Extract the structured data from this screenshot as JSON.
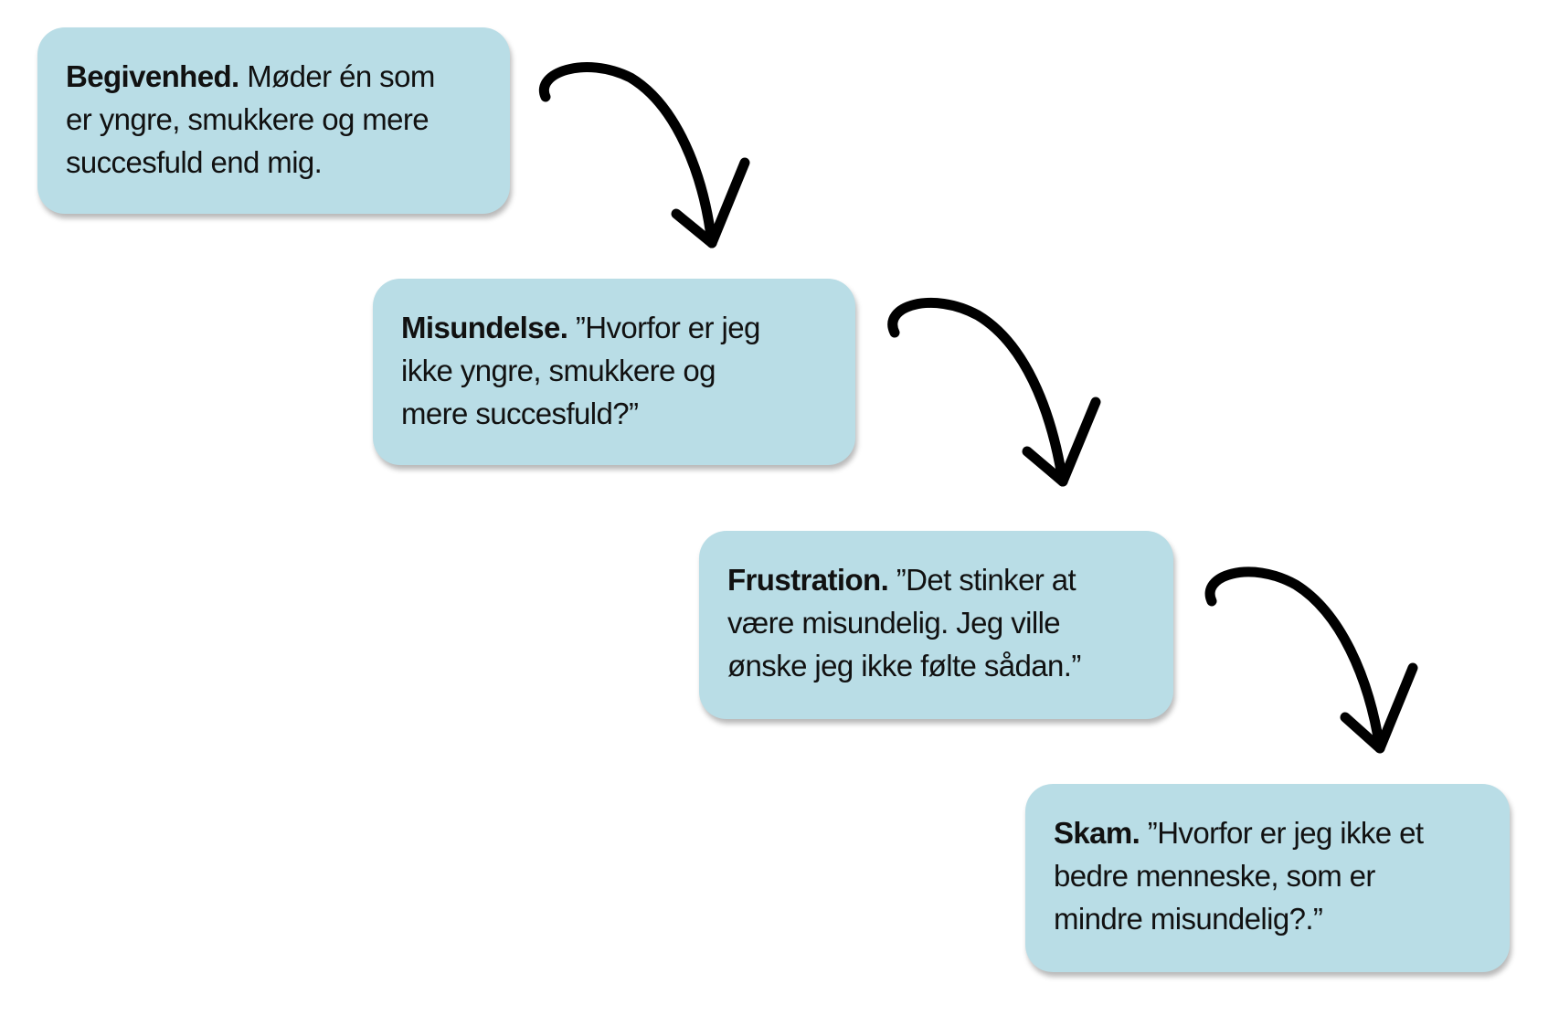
{
  "steps": [
    {
      "label": "Begivenhed.",
      "lines": [
        " Møder én som",
        "er yngre, smukkere og mere",
        "succesfuld end mig."
      ]
    },
    {
      "label": "Misundelse.",
      "lines": [
        " ”Hvorfor er jeg",
        "ikke yngre, smukkere og",
        "mere succesfuld?”"
      ]
    },
    {
      "label": "Frustration.",
      "lines": [
        " ”Det stinker at",
        "være misundelig. Jeg ville",
        "ønske jeg ikke følte sådan.”"
      ]
    },
    {
      "label": "Skam.",
      "lines": [
        " ”Hvorfor er jeg ikke et",
        "bedre menneske, som er",
        "mindre misundelig?.”"
      ]
    }
  ],
  "colors": {
    "box": "#b9dde6",
    "arrow": "#000000"
  }
}
